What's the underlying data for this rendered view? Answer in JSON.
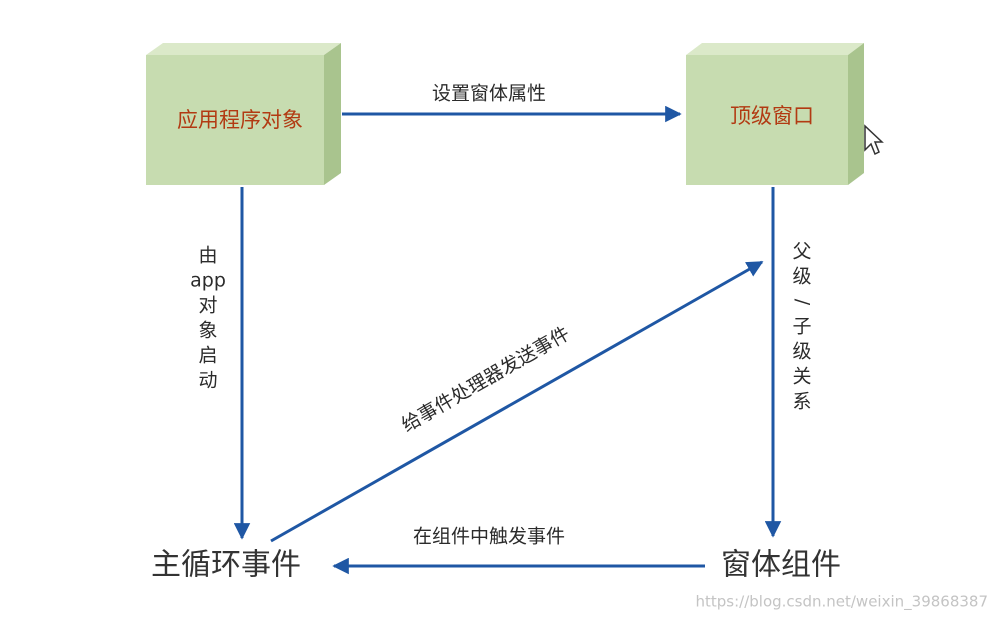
{
  "nodes": {
    "app_object": "应用程序对象",
    "top_window": "顶级窗口",
    "main_loop": "主循环事件",
    "window_widget": "窗体组件"
  },
  "edges": {
    "set_window_props": "设置窗体属性",
    "started_by_app": "由app对象启动",
    "parent_child": "父级/子级关系",
    "send_to_handler": "给事件处理器发送事件",
    "trigger_in_widget": "在组件中触发事件"
  },
  "watermark": "https://blog.csdn.net/weixin_39868387",
  "colors": {
    "box_fill": "#c7dcb0",
    "box_top": "#dbe9c9",
    "box_side": "#a9c48e",
    "box_label": "#b23a12",
    "arrow": "#1f57a4"
  },
  "icons": {
    "cursor": "mouse-pointer-icon"
  }
}
